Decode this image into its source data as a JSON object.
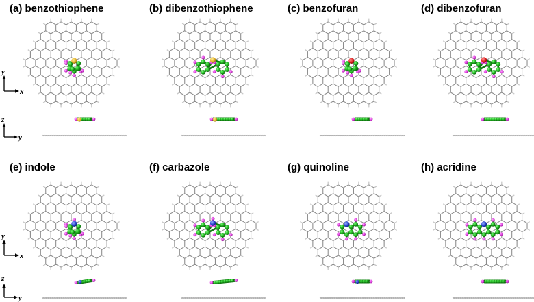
{
  "panels": [
    {
      "title": "(a) benzothiophene",
      "rings": 2,
      "ring_layout": "fused-5-6",
      "heteroatom": "S",
      "topview": "benzothiophene-top-view",
      "sideview": "benzothiophene-side-view"
    },
    {
      "title": "(b) dibenzothiophene",
      "rings": 3,
      "ring_layout": "fused-6-5-6",
      "heteroatom": "S",
      "topview": "dibenzothiophene-top-view",
      "sideview": "dibenzothiophene-side-view"
    },
    {
      "title": "(c) benzofuran",
      "rings": 2,
      "ring_layout": "fused-5-6",
      "heteroatom": "O",
      "topview": "benzofuran-top-view",
      "sideview": "benzofuran-side-view"
    },
    {
      "title": "(d) dibenzofuran",
      "rings": 3,
      "ring_layout": "fused-6-5-6",
      "heteroatom": "O",
      "topview": "dibenzofuran-top-view",
      "sideview": "dibenzofuran-side-view"
    },
    {
      "title": "(e) indole",
      "rings": 2,
      "ring_layout": "fused-5-6",
      "heteroatom": "N",
      "topview": "indole-top-view",
      "sideview": "indole-side-view"
    },
    {
      "title": "(f) carbazole",
      "rings": 3,
      "ring_layout": "fused-6-5-6",
      "heteroatom": "N",
      "topview": "carbazole-top-view",
      "sideview": "carbazole-side-view"
    },
    {
      "title": "(g) quinoline",
      "rings": 2,
      "ring_layout": "fused-6-6",
      "heteroatom": "N",
      "topview": "quinoline-top-view",
      "sideview": "quinoline-side-view"
    },
    {
      "title": "(h) acridine",
      "rings": 3,
      "ring_layout": "fused-6-6-6",
      "heteroatom": "N",
      "topview": "acridine-top-view",
      "sideview": "acridine-side-view"
    }
  ],
  "axes": {
    "top_view": {
      "vertical": "y",
      "horizontal": "x"
    },
    "side_view": {
      "vertical": "z",
      "horizontal": "y"
    }
  },
  "colors": {
    "graphene": "#8a8a8a",
    "hydrogen_edge": "#c8c8c8",
    "carbon": "#22b422",
    "carbon_dark": "#127a12",
    "hydrogen": "#e040e0",
    "sulfur": "#e6b428",
    "oxygen": "#e01e1e",
    "nitrogen": "#2846d2",
    "text": "#000000"
  }
}
